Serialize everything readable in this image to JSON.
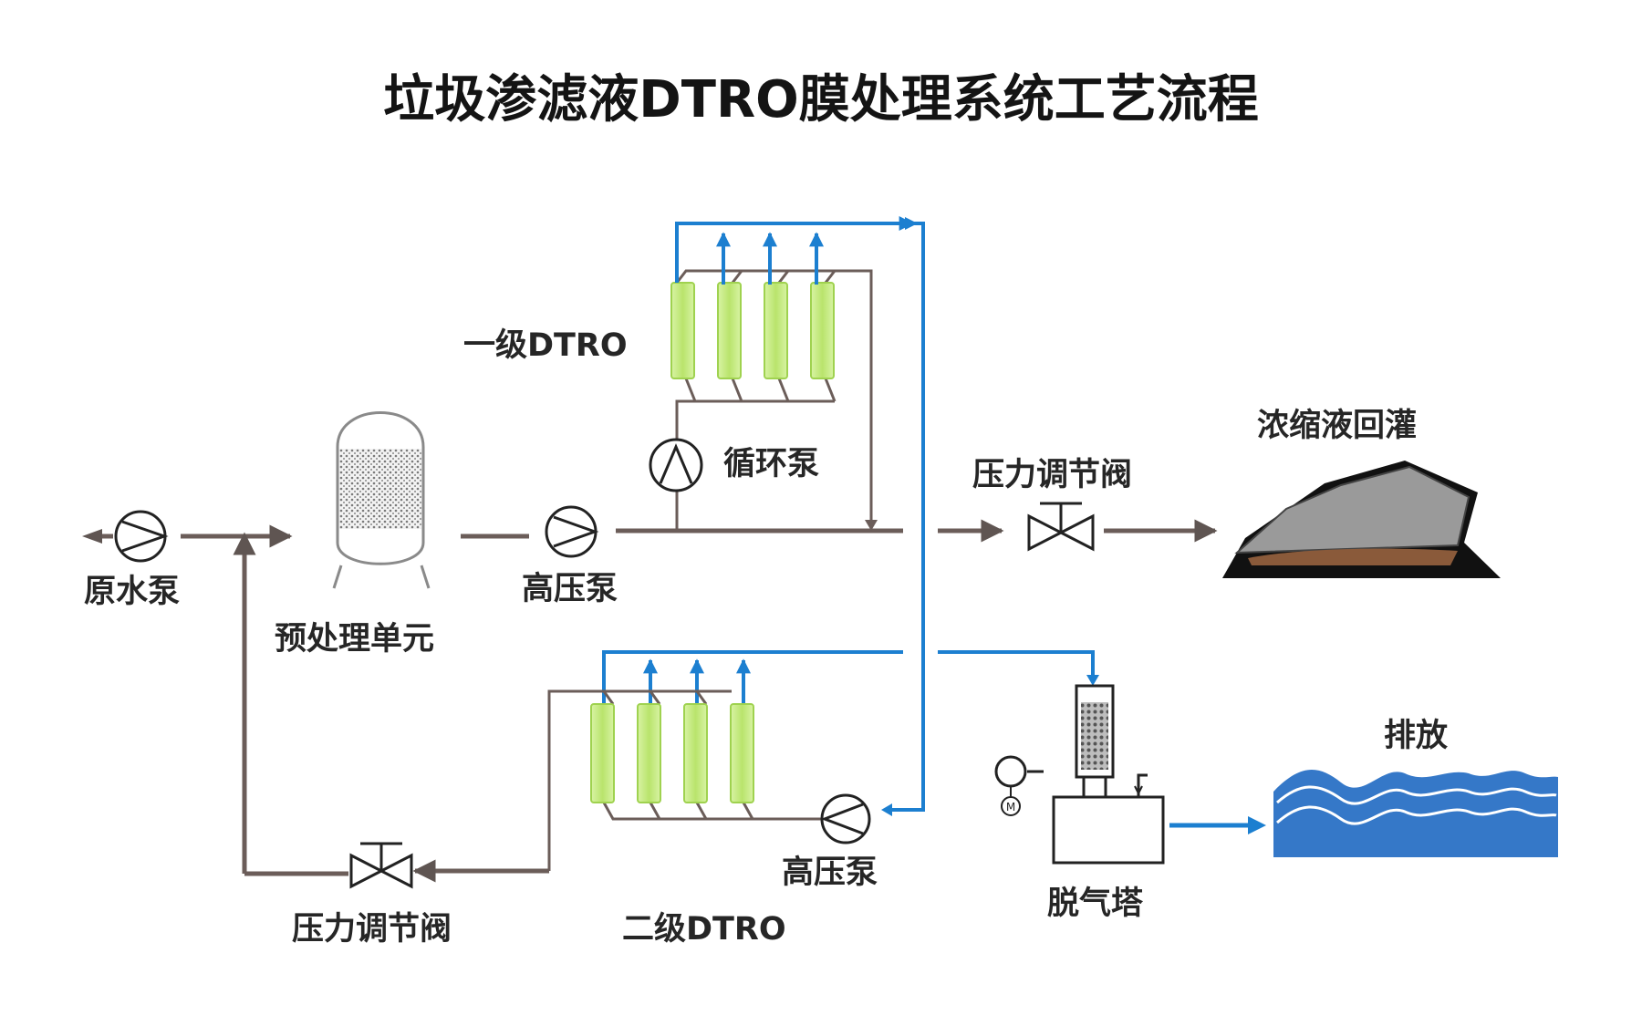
{
  "title": "垃圾渗滤液DTRO膜处理系统工艺流程",
  "labels": {
    "raw_pump": "原水泵",
    "pretreatment": "预处理单元",
    "hp_pump_1": "高压泵",
    "dtro_1": "一级DTRO",
    "circ_pump": "循环泵",
    "valve_top": "压力调节阀",
    "concentrate": "浓缩液回灌",
    "hp_pump_2": "高压泵",
    "dtro_2": "二级DTRO",
    "valve_bottom": "压力调节阀",
    "degas": "脱气塔",
    "discharge": "排放"
  },
  "icons": {
    "pump": "pump-icon",
    "valve": "valve-icon",
    "motor": "motor-icon",
    "motor_letter": "M"
  },
  "colors": {
    "pipe": "#6b5d59",
    "arrow": "#5f5552",
    "permeate": "#1c7fd0",
    "membrane_fill": "#c4ec7e",
    "membrane_stroke": "#9fd24f",
    "pile": "#9a9a9a",
    "leachate": "#8a5a3a",
    "water": "#3578c8"
  }
}
